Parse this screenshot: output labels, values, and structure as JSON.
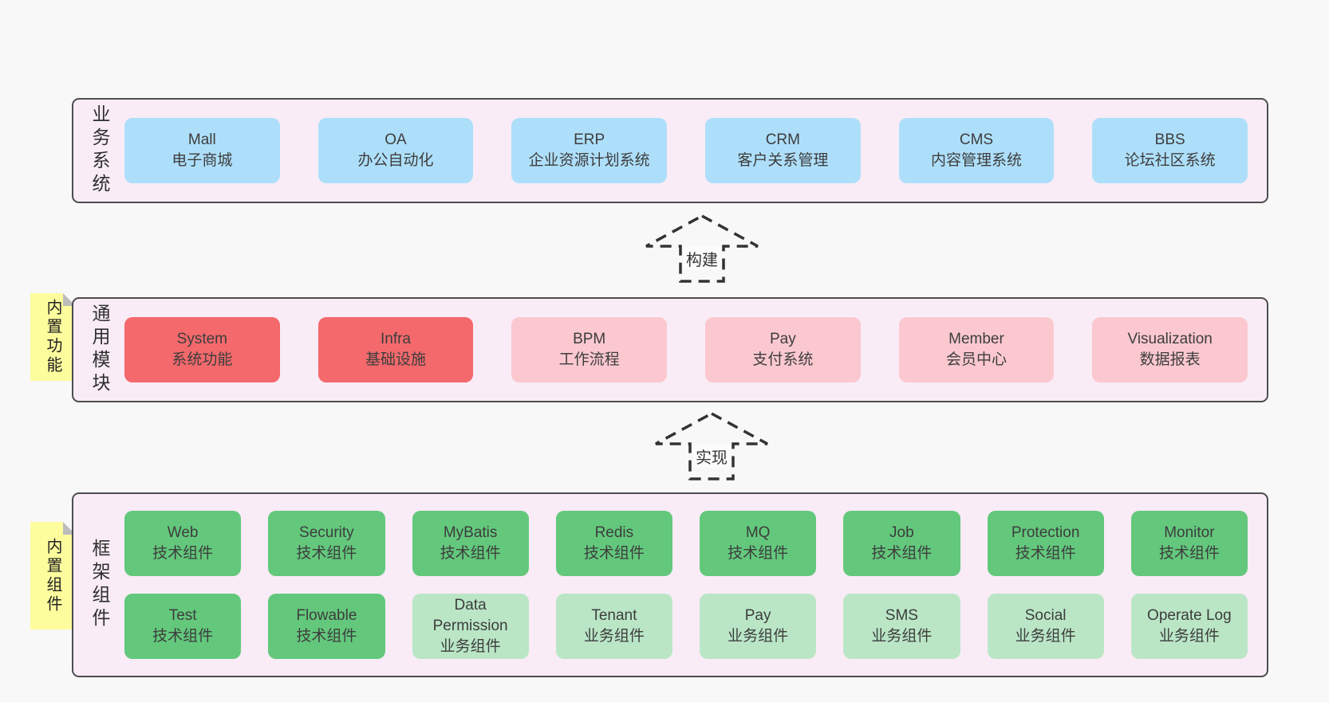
{
  "colors": {
    "page_bg": "#f8f8f8",
    "panel_bg": "#f9ecf6",
    "panel_border": "#4d4d4d",
    "box_blue": "#aedffa",
    "box_red": "#f3696c",
    "box_pink": "#fbc8d0",
    "box_green": "#63c87c",
    "box_green_light": "#bae6c6",
    "note_bg": "#fdfd9e",
    "note_fold": "#bcbcbc",
    "text_dark": "#3d3d3d",
    "arrow_stroke": "#333333",
    "arrow_label_bg": "#fcfcfc"
  },
  "layers": {
    "business": {
      "label": "业务系统",
      "boxes": [
        {
          "name": "Mall",
          "desc": "电子商城"
        },
        {
          "name": "OA",
          "desc": "办公自动化"
        },
        {
          "name": "ERP",
          "desc": "企业资源计划系统"
        },
        {
          "name": "CRM",
          "desc": "客户关系管理"
        },
        {
          "name": "CMS",
          "desc": "内容管理系统"
        },
        {
          "name": "BBS",
          "desc": "论坛社区系统"
        }
      ]
    },
    "modules": {
      "label": "通用模块",
      "note": "内置功能",
      "boxes": [
        {
          "name": "System",
          "desc": "系统功能"
        },
        {
          "name": "Infra",
          "desc": "基础设施"
        },
        {
          "name": "BPM",
          "desc": "工作流程"
        },
        {
          "name": "Pay",
          "desc": "支付系统"
        },
        {
          "name": "Member",
          "desc": "会员中心"
        },
        {
          "name": "Visualization",
          "desc": "数据报表"
        }
      ]
    },
    "framework": {
      "label": "框架组件",
      "note": "内置组件",
      "boxes": [
        {
          "name": "Web",
          "desc": "技术组件"
        },
        {
          "name": "Security",
          "desc": "技术组件"
        },
        {
          "name": "MyBatis",
          "desc": "技术组件"
        },
        {
          "name": "Redis",
          "desc": "技术组件"
        },
        {
          "name": "MQ",
          "desc": "技术组件"
        },
        {
          "name": "Job",
          "desc": "技术组件"
        },
        {
          "name": "Protection",
          "desc": "技术组件"
        },
        {
          "name": "Monitor",
          "desc": "技术组件"
        },
        {
          "name": "Test",
          "desc": "技术组件"
        },
        {
          "name": "Flowable",
          "desc": "技术组件"
        },
        {
          "name": "Data Permission",
          "desc": "业务组件"
        },
        {
          "name": "Tenant",
          "desc": "业务组件"
        },
        {
          "name": "Pay",
          "desc": "业务组件"
        },
        {
          "name": "SMS",
          "desc": "业务组件"
        },
        {
          "name": "Social",
          "desc": "业务组件"
        },
        {
          "name": "Operate Log",
          "desc": "业务组件"
        }
      ]
    }
  },
  "arrows": [
    {
      "label": "构建"
    },
    {
      "label": "实现"
    }
  ]
}
